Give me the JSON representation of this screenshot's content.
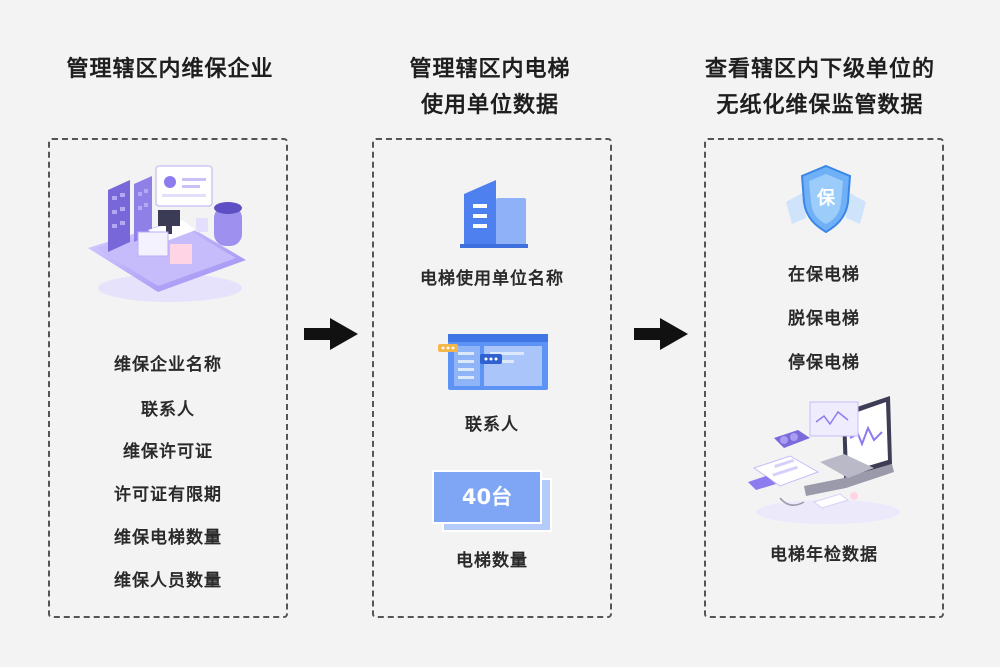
{
  "columns": [
    {
      "title": "管理辖区内维保企业",
      "items": [
        "维保企业名称",
        "联系人",
        "维保许可证",
        "许可证有限期",
        "维保电梯数量",
        "维保人员数量"
      ]
    },
    {
      "title_line1": "管理辖区内电梯",
      "title_line2": "使用单位数据",
      "items": [
        "电梯使用单位名称",
        "联系人",
        "电梯数量"
      ],
      "badge": "40台"
    },
    {
      "title_line1": "查看辖区内下级单位的",
      "title_line2": "无纸化维保监管数据",
      "items": [
        "在保电梯",
        "脱保电梯",
        "停保电梯",
        "电梯年检数据"
      ],
      "shield_char": "保"
    }
  ],
  "icons": [
    "tablet-dashboard-illustration",
    "building-icon",
    "browser-window-icon",
    "card-stack-icon",
    "shield-icon",
    "laptop-inspection-illustration",
    "arrow-right-icon"
  ],
  "colors": {
    "accent": "#5b8ef5",
    "purple": "#8c7cf0",
    "text": "#222222",
    "border": "#555555",
    "background": "#f3f3f4"
  }
}
